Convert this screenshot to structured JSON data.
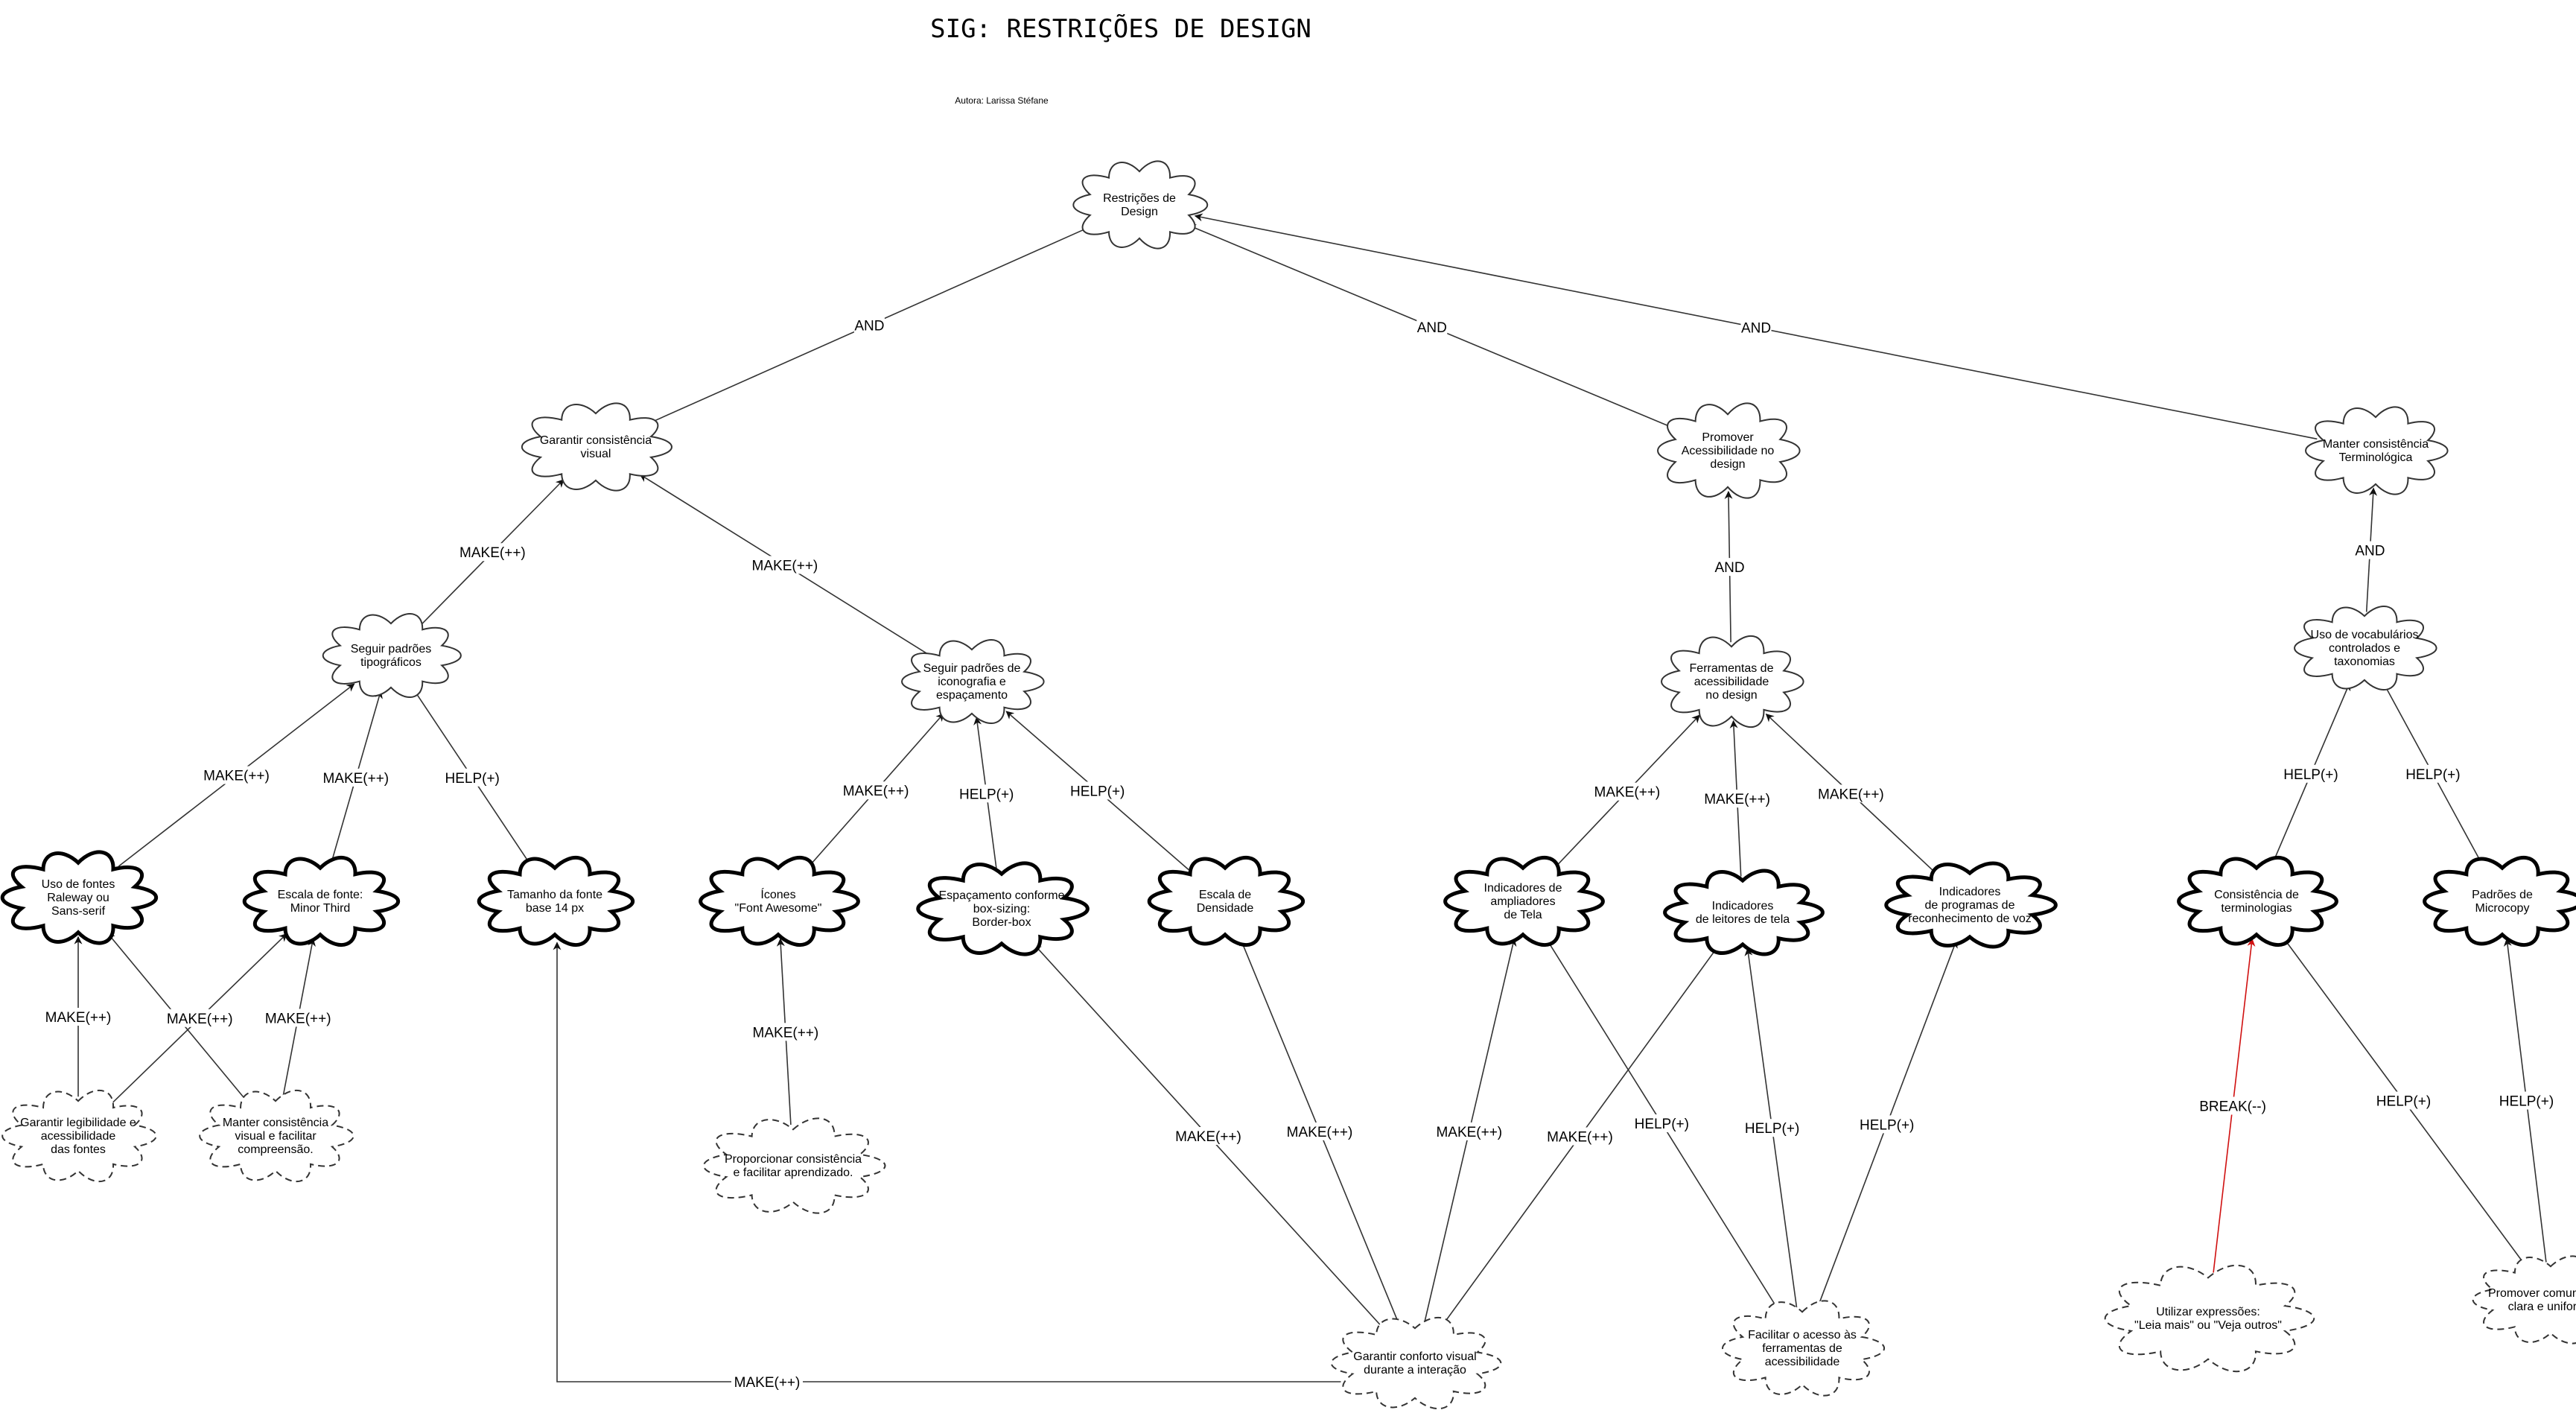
{
  "title": "SIG: RESTRIÇÕES DE DESIGN",
  "author": "Autora: Larissa Stéfane",
  "nodes": [
    {
      "id": "root",
      "style": "soft",
      "lines": [
        "Restrições de",
        "Design"
      ]
    },
    {
      "id": "visual",
      "style": "soft",
      "lines": [
        "Garantir consistência",
        "visual"
      ]
    },
    {
      "id": "acess",
      "style": "soft",
      "lines": [
        "Promover",
        "Acessibilidade no",
        "design"
      ]
    },
    {
      "id": "termo",
      "style": "soft",
      "lines": [
        "Manter consistência",
        "Terminológica"
      ]
    },
    {
      "id": "tipo",
      "style": "soft",
      "lines": [
        "Seguir padrões",
        "tipográficos"
      ]
    },
    {
      "id": "icone",
      "style": "soft",
      "lines": [
        "Seguir padrões de",
        "iconografia e",
        "espaçamento"
      ]
    },
    {
      "id": "ferr",
      "style": "soft",
      "lines": [
        "Ferramentas de",
        "acessibilidade",
        "no design"
      ]
    },
    {
      "id": "vocab",
      "style": "soft",
      "lines": [
        "Uso de vocabulários",
        "controlados e",
        "taxonomias"
      ]
    },
    {
      "id": "fontes",
      "style": "bold",
      "lines": [
        "Uso de fontes",
        "Raleway ou",
        "Sans-serif"
      ]
    },
    {
      "id": "escala",
      "style": "bold",
      "lines": [
        "Escala de fonte:",
        "Minor Third"
      ]
    },
    {
      "id": "tamanho",
      "style": "bold",
      "lines": [
        "Tamanho da fonte",
        "base 14 px"
      ]
    },
    {
      "id": "icones",
      "style": "bold",
      "lines": [
        "Ícones",
        "\"Font Awesome\""
      ]
    },
    {
      "id": "espac",
      "style": "bold",
      "lines": [
        "Espaçamento conforme",
        "box-sizing:",
        "Border-box"
      ]
    },
    {
      "id": "densid",
      "style": "bold",
      "lines": [
        "Escala de",
        "Densidade"
      ]
    },
    {
      "id": "ampli",
      "style": "bold",
      "lines": [
        "Indicadores de",
        "ampliadores",
        "de Tela"
      ]
    },
    {
      "id": "leitor",
      "style": "bold",
      "lines": [
        "Indicadores",
        "de leitores de tela"
      ]
    },
    {
      "id": "voz",
      "style": "bold",
      "lines": [
        "Indicadores",
        "de programas de",
        "reconhecimento de voz"
      ]
    },
    {
      "id": "consis",
      "style": "bold",
      "lines": [
        "Consistência de",
        "terminologias"
      ]
    },
    {
      "id": "micro",
      "style": "bold",
      "lines": [
        "Padrões de",
        "Microcopy"
      ]
    },
    {
      "id": "legib",
      "style": "dash",
      "lines": [
        "Garantir legibilidade e",
        "acessibilidade",
        "das fontes"
      ]
    },
    {
      "id": "manter",
      "style": "dash",
      "lines": [
        "Manter consistência",
        "visual e facilitar",
        "compreensão."
      ]
    },
    {
      "id": "aprend",
      "style": "dash",
      "lines": [
        "Proporcionar consistência",
        "e facilitar aprendizado."
      ]
    },
    {
      "id": "conforto",
      "style": "dash",
      "lines": [
        "Garantir conforto visual",
        "durante a interação"
      ]
    },
    {
      "id": "facil",
      "style": "dash",
      "lines": [
        "Facilitar o acesso às",
        "ferramentas de",
        "acessibilidade"
      ]
    },
    {
      "id": "express",
      "style": "dash",
      "lines": [
        "Utilizar expressões:",
        "\"Leia mais\" ou \"Veja outros\""
      ]
    },
    {
      "id": "comun",
      "style": "dash",
      "lines": [
        "Promover comunicação",
        "clara e uniforme"
      ]
    }
  ],
  "edges": [
    {
      "from": "visual",
      "to": "root",
      "label": "AND"
    },
    {
      "from": "acess",
      "to": "root",
      "label": "AND"
    },
    {
      "from": "termo",
      "to": "root",
      "label": "AND"
    },
    {
      "from": "tipo",
      "to": "visual",
      "label": "MAKE(++)"
    },
    {
      "from": "icone",
      "to": "visual",
      "label": "MAKE(++)"
    },
    {
      "from": "ferr",
      "to": "acess",
      "label": "AND"
    },
    {
      "from": "vocab",
      "to": "termo",
      "label": "AND"
    },
    {
      "from": "fontes",
      "to": "tipo",
      "label": "MAKE(++)"
    },
    {
      "from": "escala",
      "to": "tipo",
      "label": "MAKE(++)"
    },
    {
      "from": "tamanho",
      "to": "tipo",
      "label": "HELP(+)"
    },
    {
      "from": "icones",
      "to": "icone",
      "label": "MAKE(++)"
    },
    {
      "from": "espac",
      "to": "icone",
      "label": "HELP(+)"
    },
    {
      "from": "densid",
      "to": "icone",
      "label": "HELP(+)"
    },
    {
      "from": "ampli",
      "to": "ferr",
      "label": "MAKE(++)"
    },
    {
      "from": "leitor",
      "to": "ferr",
      "label": "MAKE(++)"
    },
    {
      "from": "voz",
      "to": "ferr",
      "label": "MAKE(++)"
    },
    {
      "from": "consis",
      "to": "vocab",
      "label": "HELP(+)"
    },
    {
      "from": "micro",
      "to": "vocab",
      "label": "HELP(+)"
    },
    {
      "from": "legib",
      "to": "fontes",
      "label": "MAKE(++)"
    },
    {
      "from": "legib",
      "to": "escala",
      "label": "MAKE(++)"
    },
    {
      "from": "manter",
      "to": "fontes",
      "label": ""
    },
    {
      "from": "manter",
      "to": "escala",
      "label": "MAKE(++)"
    },
    {
      "from": "aprend",
      "to": "icones",
      "label": "MAKE(++)"
    },
    {
      "from": "conforto",
      "to": "tamanho",
      "label": "MAKE(++)"
    },
    {
      "from": "conforto",
      "to": "espac",
      "label": "MAKE(++)"
    },
    {
      "from": "conforto",
      "to": "densid",
      "label": "MAKE(++)"
    },
    {
      "from": "conforto",
      "to": "ampli",
      "label": "MAKE(++)"
    },
    {
      "from": "conforto",
      "to": "leitor",
      "label": "MAKE(++)"
    },
    {
      "from": "facil",
      "to": "ampli",
      "label": "HELP(+)"
    },
    {
      "from": "facil",
      "to": "leitor",
      "label": "HELP(+)"
    },
    {
      "from": "facil",
      "to": "voz",
      "label": "HELP(+)"
    },
    {
      "from": "express",
      "to": "consis",
      "label": "BREAK(--)",
      "color": "#d01010"
    },
    {
      "from": "comun",
      "to": "consis",
      "label": "HELP(+)"
    },
    {
      "from": "comun",
      "to": "micro",
      "label": "HELP(+)"
    }
  ]
}
